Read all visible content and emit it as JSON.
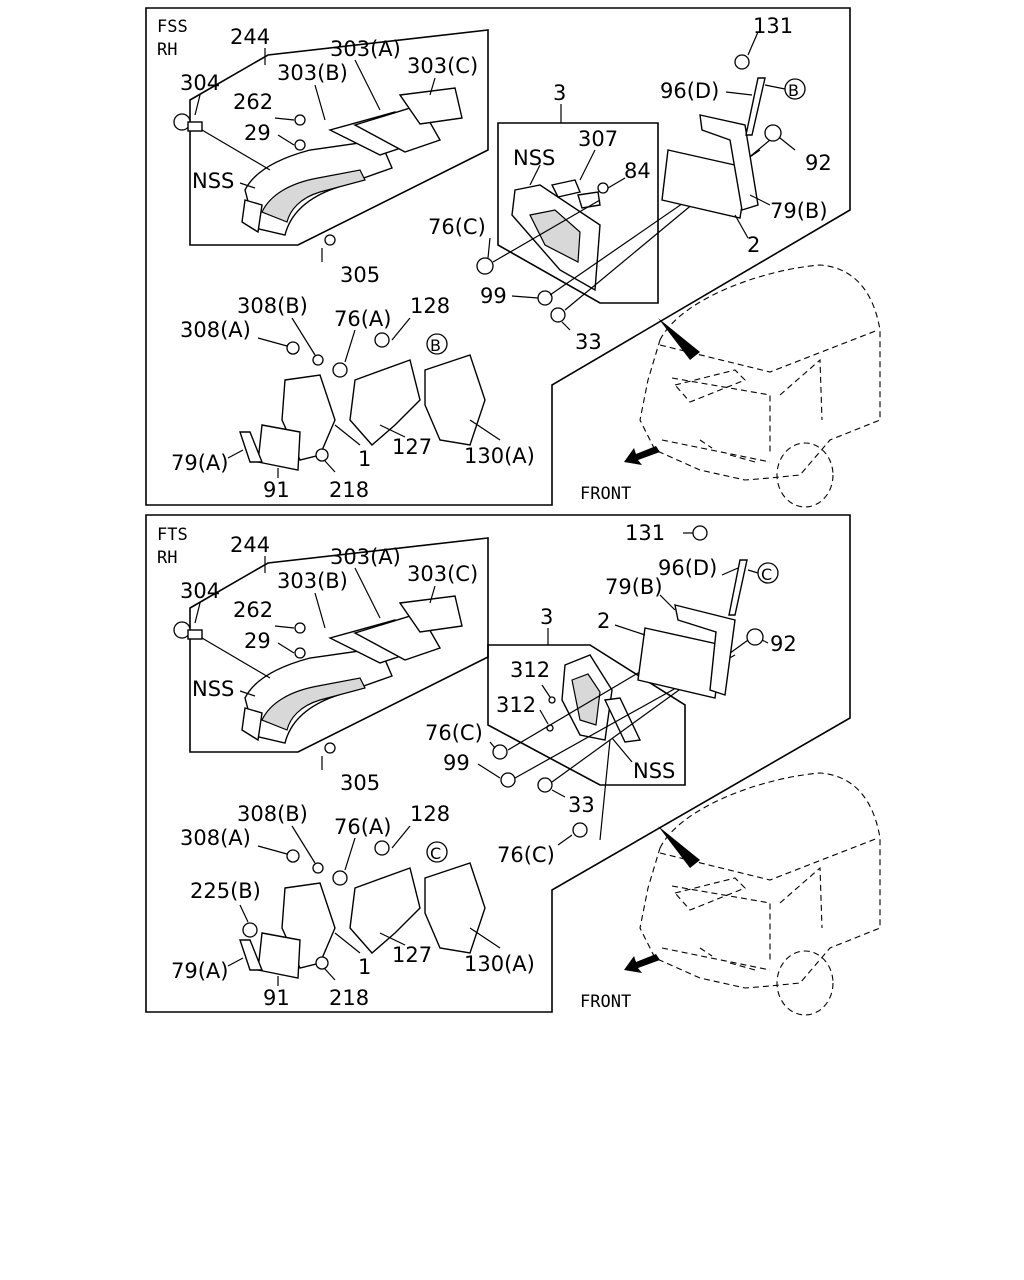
{
  "panels": [
    {
      "header": [
        "FSS",
        "RH"
      ],
      "front_label": "FRONT",
      "labels": {
        "p244": "244",
        "p304": "304",
        "p303a": "303(A)",
        "p303b": "303(B)",
        "p303c": "303(C)",
        "p262": "262",
        "p29": "29",
        "nss_left": "NSS",
        "p305": "305",
        "p3": "3",
        "p307": "307",
        "nss_box": "NSS",
        "p84": "84",
        "p76c": "76(C)",
        "p99": "99",
        "p33": "33",
        "p131": "131",
        "p96d": "96(D)",
        "ref_b": "B",
        "p92": "92",
        "p79b": "79(B)",
        "p2": "2",
        "p308b": "308(B)",
        "p308a": "308(A)",
        "p76a": "76(A)",
        "p128": "128",
        "ref_b2": "B",
        "p79a": "79(A)",
        "p1": "1",
        "p127": "127",
        "p130a": "130(A)",
        "p91": "91",
        "p218": "218"
      }
    },
    {
      "header": [
        "FTS",
        "RH"
      ],
      "front_label": "FRONT",
      "labels": {
        "p244": "244",
        "p304": "304",
        "p303a": "303(A)",
        "p303b": "303(B)",
        "p303c": "303(C)",
        "p262": "262",
        "p29": "29",
        "nss_left": "NSS",
        "p305": "305",
        "p3": "3",
        "p312a": "312",
        "p312b": "312",
        "p76c": "76(C)",
        "p99": "99",
        "nss_box": "NSS",
        "p33": "33",
        "p76c2": "76(C)",
        "p131": "131",
        "p96d": "96(D)",
        "ref_c": "C",
        "p79b": "79(B)",
        "p2": "2",
        "p92": "92",
        "p308b": "308(B)",
        "p308a": "308(A)",
        "p76a": "76(A)",
        "p128": "128",
        "ref_c2": "C",
        "p225b": "225(B)",
        "p79a": "79(A)",
        "p1": "1",
        "p127": "127",
        "p130a": "130(A)",
        "p91": "91",
        "p218": "218"
      }
    }
  ]
}
